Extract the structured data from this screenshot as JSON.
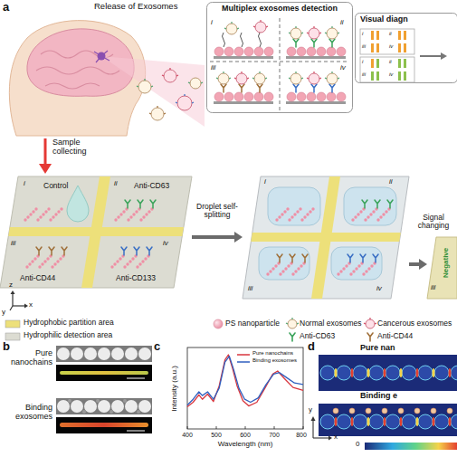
{
  "diagram": {
    "nodes": [
      {
        "text": [
          "Multiplex exosomes detection",
          "i",
          "ii",
          "iii",
          "iv"
        ]
      },
      {
        "text": [
          "Visual diagn",
          "i",
          "ii",
          "iii",
          "iv",
          "i",
          "ii",
          "iii",
          "iv"
        ]
      },
      {
        "text": [
          "i",
          "Control",
          "ii",
          "Anti-CD63",
          "iii",
          "Anti-CD44",
          "iv",
          "Anti-CD133"
        ]
      },
      {
        "text": [
          "i",
          "ii",
          "iii",
          "iv"
        ]
      },
      {
        "text": [
          "Negative",
          "iii"
        ]
      }
    ],
    "edges": [
      {
        "from": 2,
        "to": 3,
        "label": "Droplet self-splitting",
        "arrow": "to"
      },
      {
        "from": 3,
        "to": 4,
        "label": "Signal changing",
        "arrow": "to"
      }
    ],
    "labels": [
      "a",
      "Release of Exosomes",
      "Sample collecting",
      "z",
      "x",
      "y",
      "b",
      "Pure nanochains",
      "Binding exosomes",
      "c",
      "Intensity (a.u.)",
      "400",
      "500",
      "600",
      "700",
      "800",
      "Wavelength (nm)",
      "d",
      "Pure nan",
      "Binding e",
      "y",
      "x",
      "0"
    ],
    "legend": [
      {
        "text": "Hydrophobic partition area",
        "color": "#ede07a"
      },
      {
        "text": "Hydrophilic detection area",
        "color": "#dcdcd2"
      },
      {
        "text": "PS nanoparticle"
      },
      {
        "text": "Normal exosomes"
      },
      {
        "text": "Cancerous exosomes"
      },
      {
        "text": "Anti-CD63"
      },
      {
        "text": "Anti-CD44"
      },
      {
        "text": "Pure nanochains"
      },
      {
        "text": "Binding exosomes"
      }
    ]
  }
}
